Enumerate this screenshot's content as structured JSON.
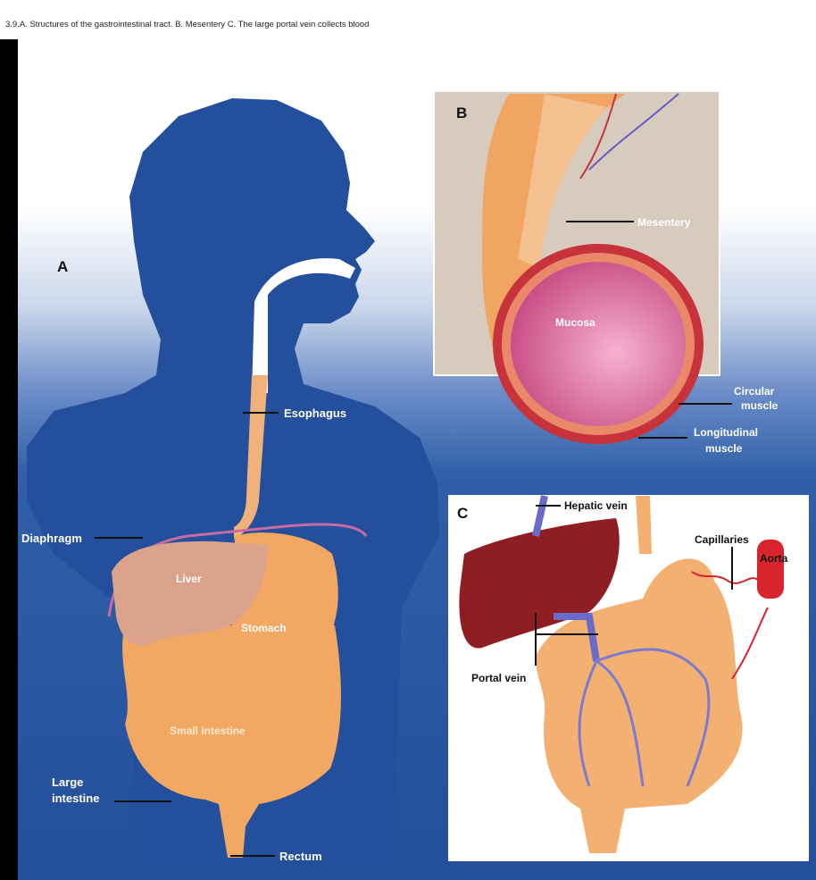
{
  "caption": "3.9.A. Structures of the gastrointestinal tract. B. Mesentery C. The large portal vein collects blood",
  "panels": {
    "a": "A",
    "b": "B",
    "c": "C"
  },
  "labels_a": {
    "esophagus": "Esophagus",
    "diaphragm": "Diaphragm",
    "liver": "Liver",
    "stomach": "Stomach",
    "small_intestine": "Small intestine",
    "large_intestine_1": "Large",
    "large_intestine_2": "intestine",
    "rectum": "Rectum"
  },
  "labels_b": {
    "mesentery": "Mesentery",
    "mucosa": "Mucosa",
    "circular_1": "Circular",
    "circular_2": "muscle",
    "longitudinal_1": "Longitudinal",
    "longitudinal_2": "muscle"
  },
  "labels_c": {
    "hepatic_vein": "Hepatic vein",
    "capillaries": "Capillaries",
    "aorta": "Aorta",
    "portal_vein": "Portal vein"
  },
  "colors": {
    "body": "#234f9c",
    "organ": "#f0a35e",
    "liver_a": "#d9a08a",
    "liver_c": "#8e1e22",
    "vein": "#6a6ac8",
    "artery": "#d8242c",
    "mucosa": "#e06a9e",
    "muscle": "#c8323a"
  }
}
